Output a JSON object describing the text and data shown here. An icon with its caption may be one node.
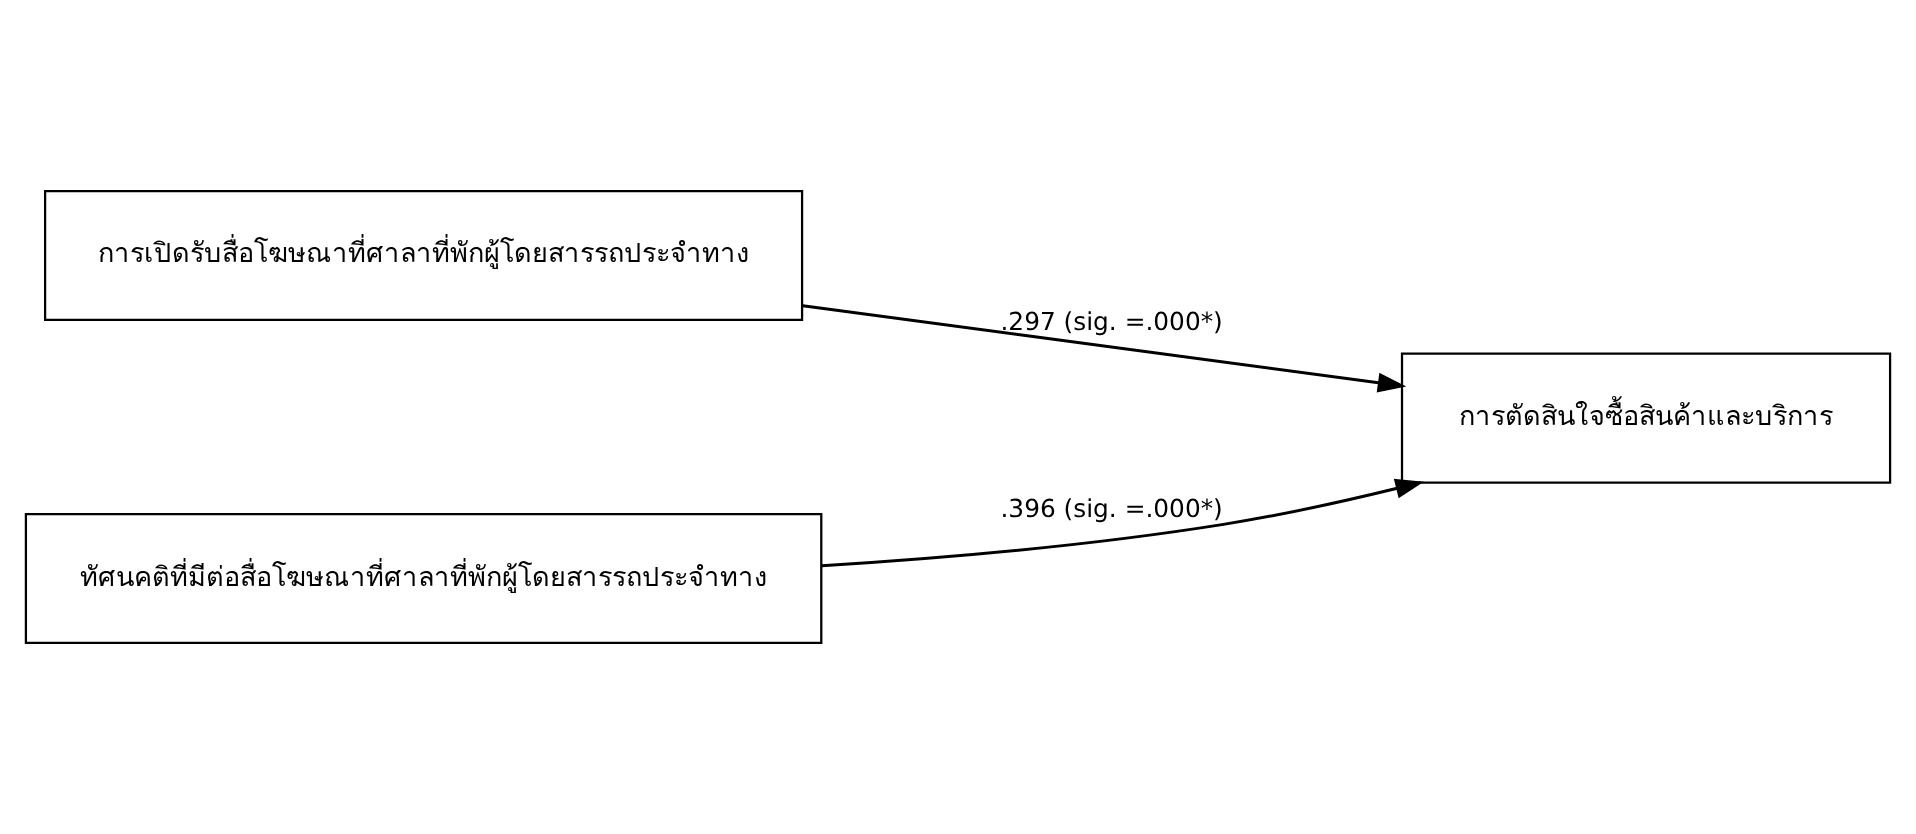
{
  "diagram": {
    "nodes": [
      {
        "text": [
          "การเปิดรับสื่อโฆษณาที่ศาลาที่พักผู้โดยสารรถประจำทาง"
        ]
      },
      {
        "text": [
          "การตัดสินใจซื้อสินค้าและบริการ"
        ]
      },
      {
        "text": [
          "ทัศนคติที่มีต่อสื่อโฆษณาที่ศาลาที่พักผู้โดยสารรถประจำทาง"
        ]
      }
    ],
    "edges": [
      {
        "from": 0,
        "to": 1,
        "arrow": "to",
        "label": ".297 (sig. =.000*)"
      },
      {
        "from": 2,
        "to": 1,
        "arrow": "to",
        "label": ".396 (sig. =.000*)"
      }
    ]
  }
}
